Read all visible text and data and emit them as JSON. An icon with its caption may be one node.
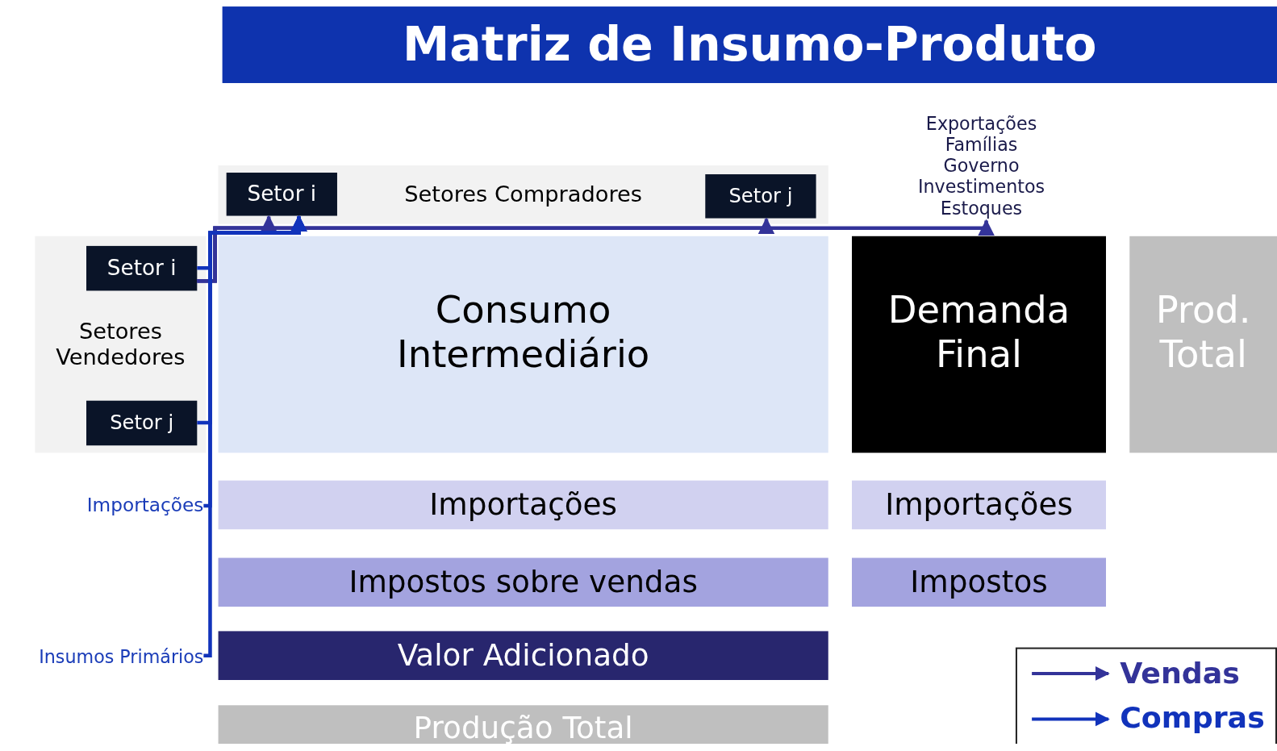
{
  "diagram": {
    "title": "Matriz de Insumo-Produto",
    "nodes": [
      {
        "text": [
          "Setores Compradores"
        ]
      },
      {
        "text": [
          "Setor i"
        ],
        "in": 0
      },
      {
        "text": [
          "Setor j"
        ],
        "in": 0
      },
      {
        "text": [
          "Setores Vendedores"
        ]
      },
      {
        "text": [
          "Setor i"
        ],
        "in": 3
      },
      {
        "text": [
          "Setor j"
        ],
        "in": 3
      },
      {
        "text": [
          "Consumo Intermediário"
        ]
      },
      {
        "text": [
          "Demanda Final"
        ]
      },
      {
        "text": [
          "Prod. Total"
        ]
      },
      {
        "text": [
          "Importações"
        ]
      },
      {
        "text": [
          "Importações"
        ]
      },
      {
        "text": [
          "Impostos sobre vendas"
        ]
      },
      {
        "text": [
          "Impostos"
        ]
      },
      {
        "text": [
          "Valor Adicionado"
        ]
      },
      {
        "text": [
          "Produção Total"
        ]
      },
      {
        "text": [
          "Importações"
        ]
      },
      {
        "text": [
          "Insumos Primários"
        ]
      },
      {
        "text": [
          "Exportações",
          "Famílias",
          "Governo",
          "Investimentos",
          "Estoques"
        ]
      }
    ],
    "edges": [
      {
        "from": 4,
        "to": 1,
        "arrow": "to",
        "color": "#333399"
      },
      {
        "from": 4,
        "to": 2,
        "arrow": "to",
        "color": "#333399"
      },
      {
        "from": 4,
        "to": 17,
        "arrow": "to",
        "color": "#333399"
      },
      {
        "from": 4,
        "to": 1,
        "arrow": "to"
      },
      {
        "from": 5,
        "to": 1,
        "arrow": "to"
      },
      {
        "from": 15,
        "to": 1,
        "arrow": "to"
      },
      {
        "from": 16,
        "to": 1,
        "arrow": "to"
      }
    ],
    "legend": [
      {
        "text": "Vendas"
      },
      {
        "text": "Compras"
      }
    ]
  }
}
